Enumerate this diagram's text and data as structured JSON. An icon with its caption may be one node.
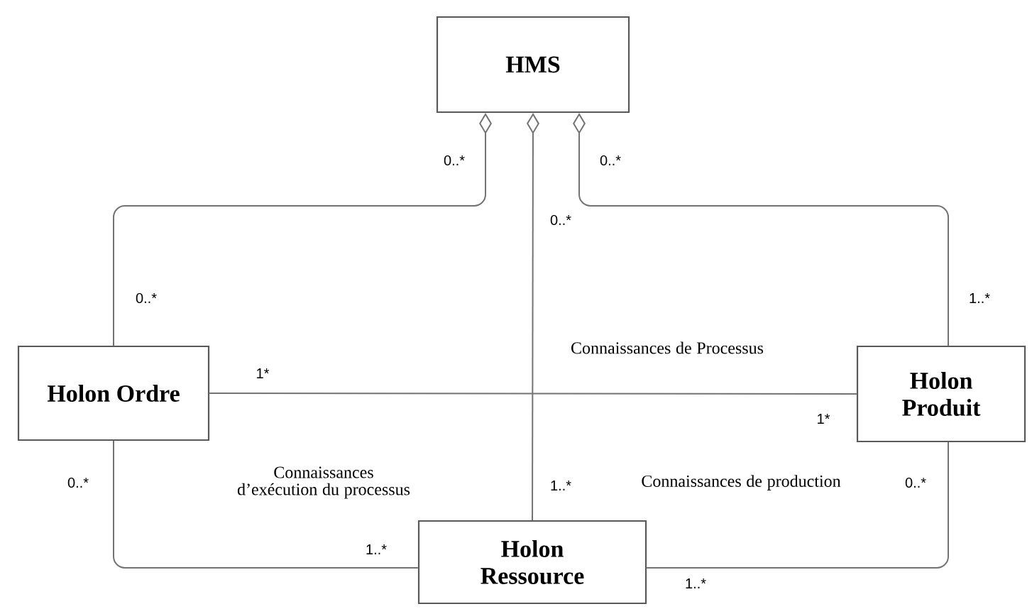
{
  "diagram": {
    "nodes": [
      {
        "text": [
          "HMS"
        ]
      },
      {
        "text": [
          "Holon Ordre"
        ]
      },
      {
        "text": [
          "Holon Produit"
        ]
      },
      {
        "text": [
          "Holon Ressource"
        ]
      }
    ],
    "edges": [
      {
        "from": 0,
        "to": 1,
        "arrow": "other"
      },
      {
        "from": 0,
        "to": 3,
        "arrow": "other"
      },
      {
        "from": 0,
        "to": 2,
        "arrow": "other"
      },
      {
        "from": 1,
        "to": 2,
        "arrow": "none",
        "label": "Connaissances de Processus"
      },
      {
        "from": 1,
        "to": 3,
        "arrow": "none",
        "label": "Connaissances d’exécution du processus"
      },
      {
        "from": 2,
        "to": 3,
        "arrow": "none",
        "label": "Connaissances de production"
      }
    ],
    "labels": [
      "0..*",
      "0..*",
      "0..*",
      "0..*",
      "1..*",
      "1*",
      "1*",
      "0..*",
      "1..*",
      "0..*",
      "1..*",
      "1..*"
    ]
  }
}
